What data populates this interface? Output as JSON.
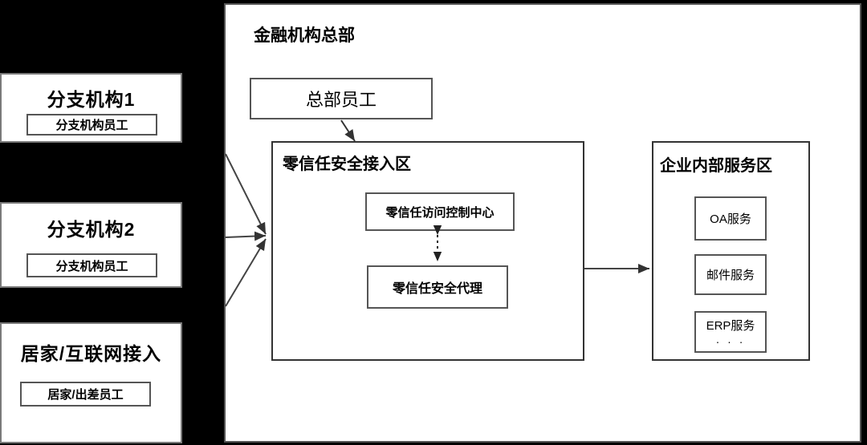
{
  "diagram": {
    "title_hq": "金融机构总部",
    "sites": [
      {
        "name": "分支机构1",
        "employee": "分支机构员工"
      },
      {
        "name": "分支机构2",
        "employee": "分支机构员工"
      },
      {
        "name": "居家/互联网接入",
        "employee": "居家/出差员工"
      }
    ],
    "hq_employee": "总部员工",
    "zero_trust_zone": {
      "title": "零信任安全接入区",
      "control_center": "零信任访问控制中心",
      "security_agent": "零信任安全代理"
    },
    "service_zone": {
      "title": "企业内部服务区",
      "services": [
        {
          "label": "OA服务",
          "ellipsis": ""
        },
        {
          "label": "邮件服务",
          "ellipsis": ""
        },
        {
          "label": "ERP服务",
          "ellipsis": "· · ·"
        }
      ]
    },
    "colors": {
      "background": "#000000",
      "panel": "#ffffff",
      "stroke": "#555555",
      "text": "#000000"
    }
  }
}
